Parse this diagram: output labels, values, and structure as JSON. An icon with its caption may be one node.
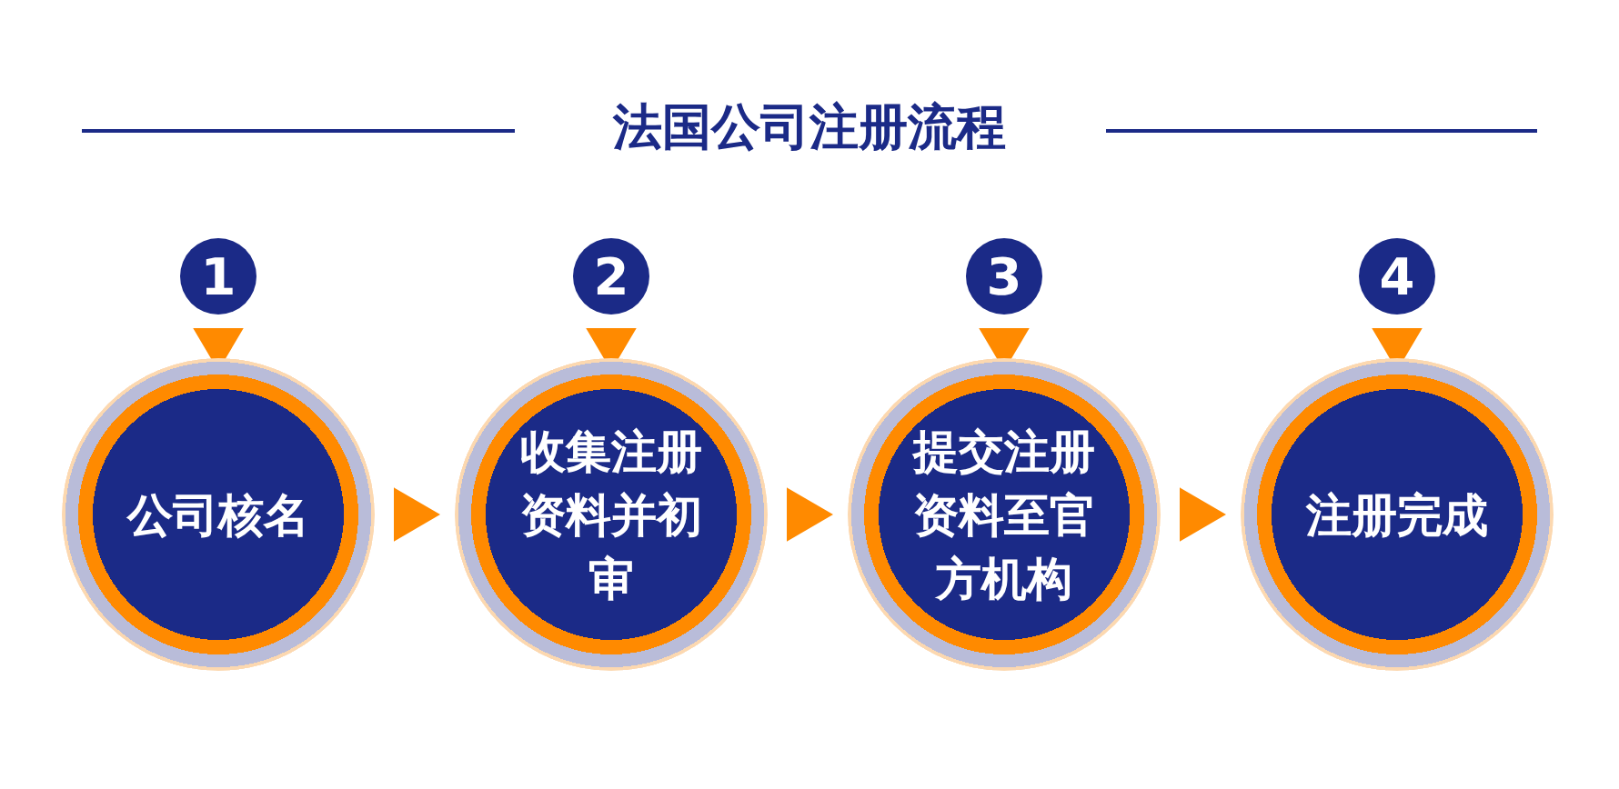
{
  "diagram": {
    "title": "法国公司注册流程",
    "nodes": [
      {
        "text": [
          "1"
        ]
      },
      {
        "text": [
          "公司核名"
        ]
      },
      {
        "text": [
          "2"
        ]
      },
      {
        "text": [
          "收集注册资料并初审"
        ]
      },
      {
        "text": [
          "3"
        ]
      },
      {
        "text": [
          "提交注册资料至官方机构"
        ]
      },
      {
        "text": [
          "4"
        ]
      },
      {
        "text": [
          "注册完成"
        ]
      }
    ],
    "edges": [
      {
        "from": 0,
        "to": 1,
        "arrow": "to"
      },
      {
        "from": 2,
        "to": 3,
        "arrow": "to"
      },
      {
        "from": 4,
        "to": 5,
        "arrow": "to"
      },
      {
        "from": 6,
        "to": 7,
        "arrow": "to"
      },
      {
        "from": 1,
        "to": 3,
        "arrow": "to"
      },
      {
        "from": 3,
        "to": 5,
        "arrow": "to"
      },
      {
        "from": 5,
        "to": 7,
        "arrow": "to"
      }
    ]
  }
}
